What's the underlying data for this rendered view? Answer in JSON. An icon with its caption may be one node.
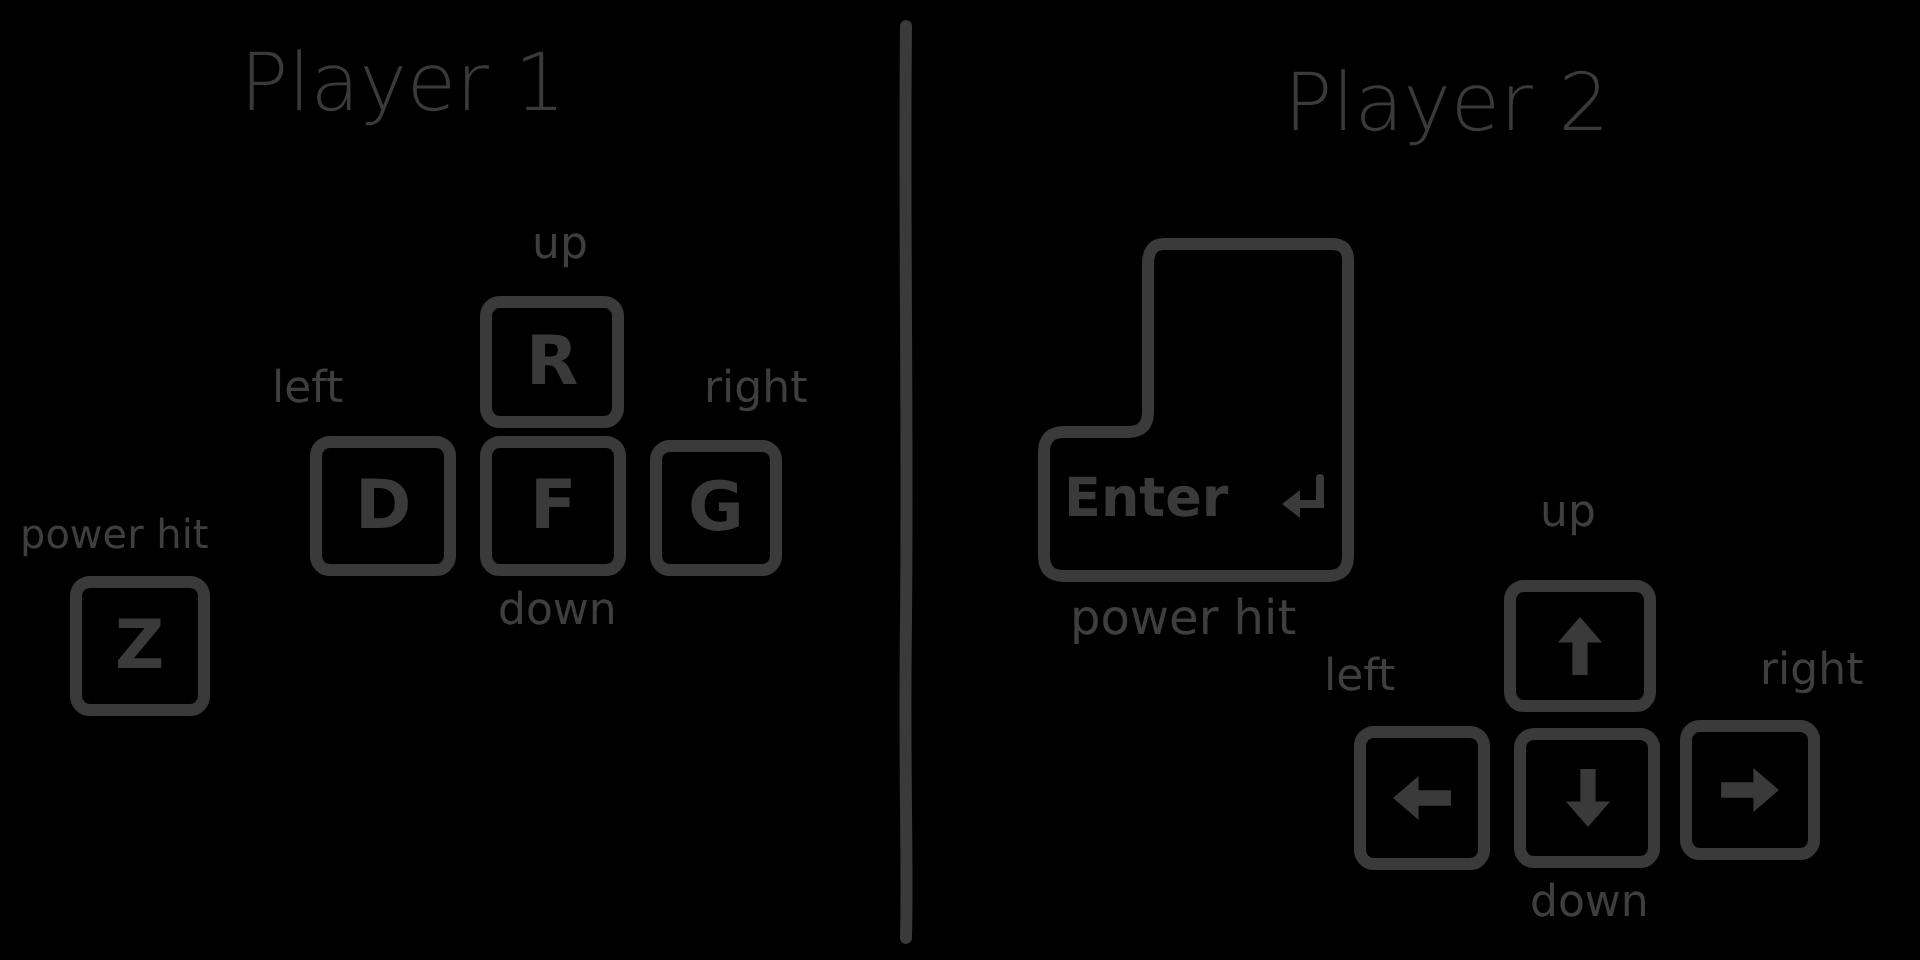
{
  "diagram": {
    "nodes": [
      {
        "text": [
          "R"
        ],
        "beside": [
          "up"
        ]
      },
      {
        "text": [
          "D"
        ],
        "beside": [
          "left"
        ]
      },
      {
        "text": [
          "F"
        ],
        "beside": [
          "down"
        ]
      },
      {
        "text": [
          "G"
        ],
        "beside": [
          "right"
        ]
      },
      {
        "text": [
          "Z"
        ],
        "beside": [
          "power hit"
        ]
      },
      {
        "text": [
          "Enter"
        ],
        "beside": [
          "power hit"
        ]
      },
      {
        "text": [],
        "shape": "box",
        "beside": [
          "up"
        ]
      },
      {
        "text": [],
        "shape": "box",
        "beside": [
          "left"
        ]
      },
      {
        "text": [],
        "shape": "box",
        "beside": [
          "down"
        ]
      },
      {
        "text": [],
        "shape": "box",
        "beside": [
          "right"
        ]
      }
    ],
    "edges": [],
    "labels": [
      "Player 1",
      "Player 2"
    ]
  }
}
